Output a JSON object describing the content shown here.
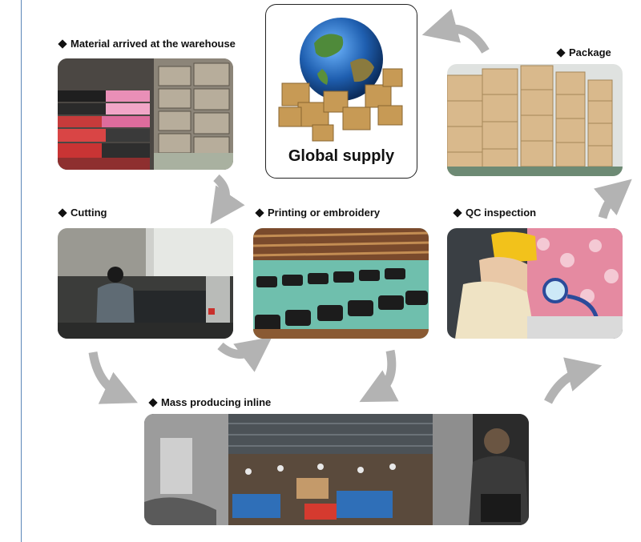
{
  "title": "Global supply",
  "steps": {
    "material": "Material arrived at the warehouse",
    "package": "Package",
    "cutting": "Cutting",
    "printing": "Printing or embroidery",
    "qc": "QC inspection",
    "mass": "Mass producing inline"
  },
  "colors": {
    "arrow": "#b3b3b3",
    "accent_border": "#5b86b8"
  }
}
